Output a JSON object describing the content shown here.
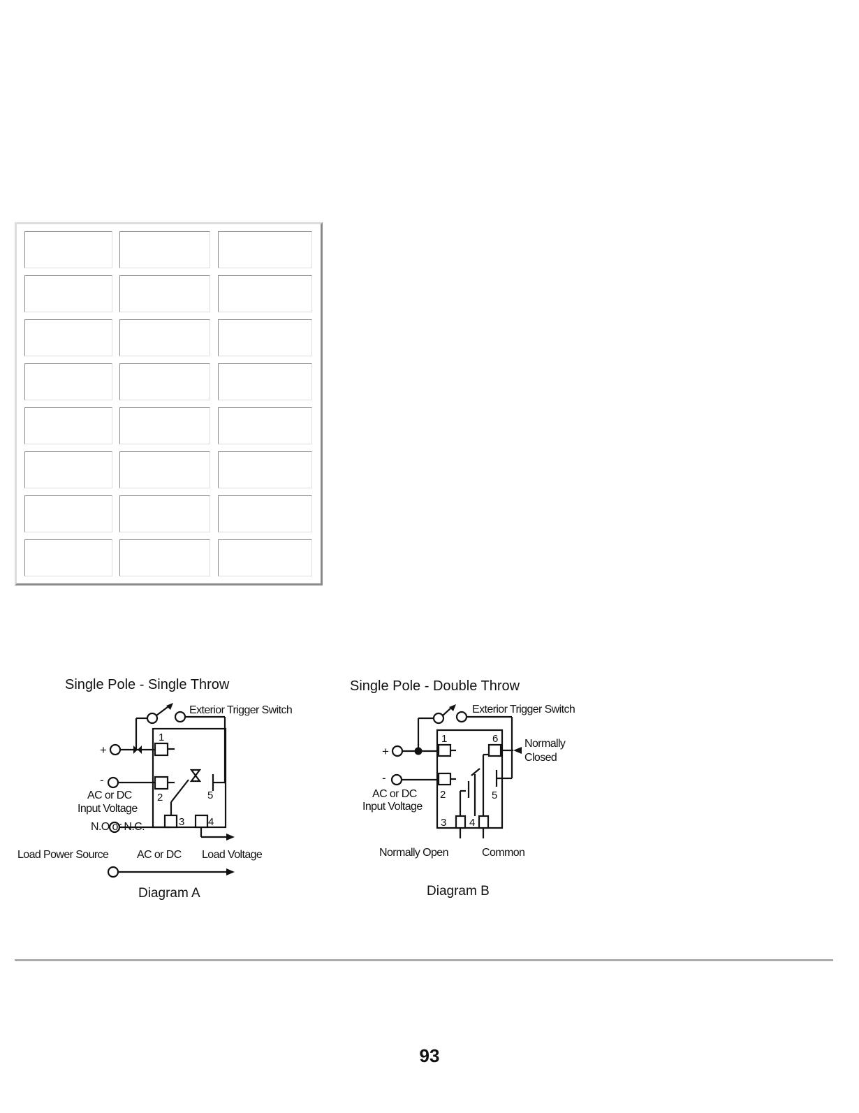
{
  "table": {
    "rows": 8,
    "columns": 3
  },
  "diagram_a": {
    "heading": "Single Pole - Single Throw",
    "trigger": "Exterior Trigger Switch",
    "plus": "+",
    "minus": "-",
    "input_line1": "AC or DC",
    "input_line2": "Input Voltage",
    "no_nc": "N.O or N.C.",
    "load_power": "Load  Power Source",
    "ac_dc": "AC or DC",
    "load_voltage": "Load  Voltage",
    "pin1": "1",
    "pin2": "2",
    "pin3": "3",
    "pin4": "4",
    "pin5": "5",
    "caption": "Diagram A"
  },
  "diagram_b": {
    "heading": "Single Pole - Double Throw",
    "trigger": "Exterior Trigger Switch",
    "plus": "+",
    "minus": "-",
    "input_line1": "AC or DC",
    "input_line2": "Input Voltage",
    "normally_closed_1": "Normally",
    "normally_closed_2": "Closed",
    "normally_open": "Normally Open",
    "common": "Common",
    "pin1": "1",
    "pin2": "2",
    "pin3": "3",
    "pin4": "4",
    "pin5": "5",
    "pin6": "6",
    "caption": "Diagram B"
  },
  "page_number": "93"
}
